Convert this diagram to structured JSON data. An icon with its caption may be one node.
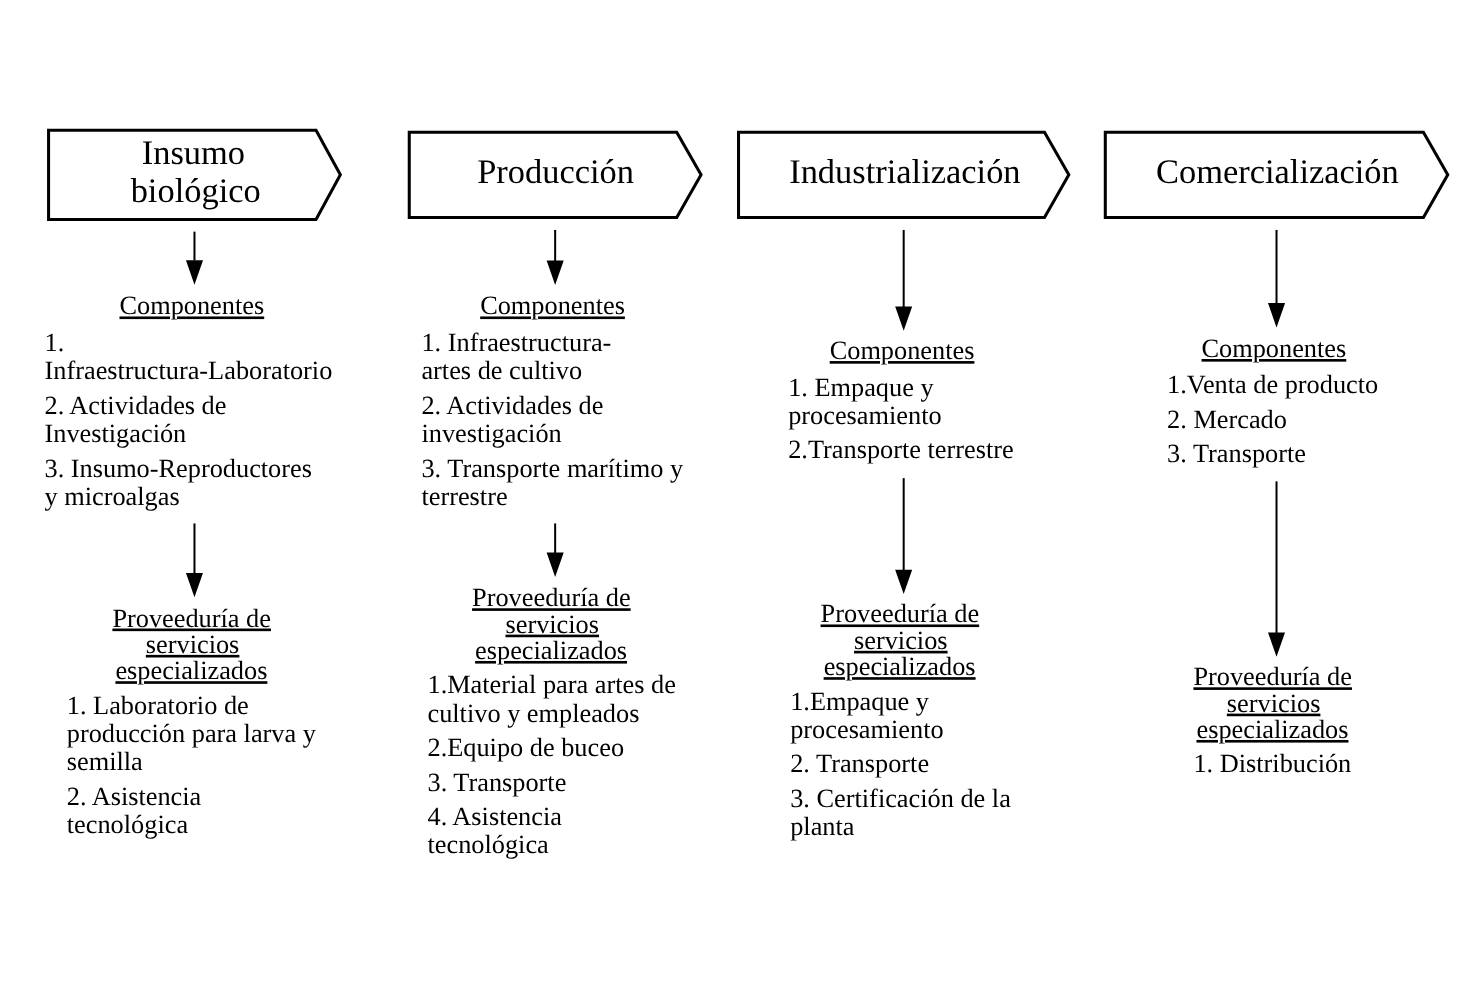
{
  "diagram": {
    "nodes": [
      {
        "text": [
          "Insumo biológico"
        ]
      },
      {
        "text": [
          "Producción"
        ]
      },
      {
        "text": [
          "Industrialización"
        ]
      },
      {
        "text": [
          "Comercialización"
        ]
      },
      {
        "text": [
          "Componentes",
          "1. Infraestructura-Laboratorio",
          "2. Actividades de Investigación",
          "3. Insumo-Reproductores y microalgas"
        ]
      },
      {
        "text": [
          "Componentes",
          "1. Infraestructura- artes de cultivo",
          "2. Actividades de investigación",
          "3. Transporte marítimo y terrestre"
        ]
      },
      {
        "text": [
          "Componentes",
          "1. Empaque y procesamiento",
          "2.Transporte terrestre"
        ]
      },
      {
        "text": [
          "Componentes",
          "1.Venta de producto",
          "2. Mercado",
          "3. Transporte"
        ]
      },
      {
        "text": [
          "Proveeduría de servicios especializados",
          "1. Laboratorio de producción para larva y semilla",
          "2. Asistencia tecnológica"
        ]
      },
      {
        "text": [
          "Proveeduría de servicios especializados",
          "1.Material para artes de cultivo y empleados",
          "2.Equipo de buceo",
          "3. Transporte",
          "4. Asistencia tecnológica"
        ]
      },
      {
        "text": [
          "Proveeduría de servicios especializados",
          "1.Empaque y procesamiento",
          "2. Transporte",
          "3. Certificación de la planta"
        ]
      },
      {
        "text": [
          "Proveeduría de servicios especializados",
          "1. Distribución"
        ]
      }
    ],
    "edges": [
      {
        "from": 0,
        "to": 4,
        "arrow": "to"
      },
      {
        "from": 1,
        "to": 5,
        "arrow": "to"
      },
      {
        "from": 2,
        "to": 6,
        "arrow": "to"
      },
      {
        "from": 3,
        "to": 7,
        "arrow": "to"
      },
      {
        "from": 4,
        "to": 8,
        "arrow": "to"
      },
      {
        "from": 5,
        "to": 9,
        "arrow": "to"
      },
      {
        "from": 6,
        "to": 10,
        "arrow": "to"
      },
      {
        "from": 7,
        "to": 11,
        "arrow": "to"
      }
    ]
  }
}
